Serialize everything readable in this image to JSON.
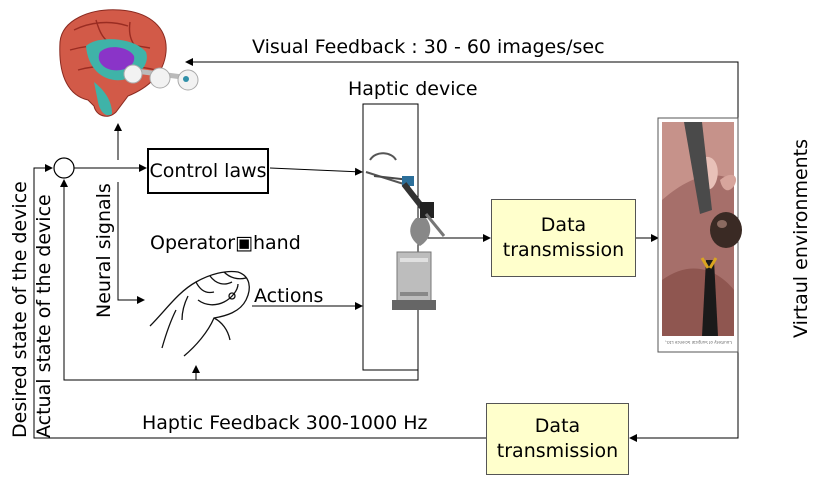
{
  "diagram": {
    "visual_feedback_label": "Visual Feedback : 30 - 60 images/sec",
    "haptic_device_label": "Haptic device",
    "control_laws_label": "Control laws",
    "operator_hand_label": "Operator▣hand",
    "actions_label": "Actions",
    "neural_signals_label": "Neural signals",
    "data_transmission_top": [
      "Data",
      "transmission"
    ],
    "data_transmission_bottom": [
      "Data",
      "transmission"
    ],
    "haptic_feedback_label": "Haptic Feedback 300-1000 Hz",
    "desired_state_label": "Desired state of the device",
    "actual_state_label": "Actual state of the device",
    "virtual_env_label": "Virtaul environments",
    "image_caption": "Courtesy of Surgical Science Ltd., Gothenburg, Sweden"
  },
  "colors": {
    "data_box_fill": "#ffffcc",
    "brain_red": "#c84a3a",
    "brain_teal": "#3fb3a8",
    "brain_purple": "#8a34c8",
    "vr_background": "#a66f6a"
  },
  "icons": [
    "brain-illustration-icon",
    "hand-sketch-icon",
    "haptic-device-icon",
    "surgical-scene-icon"
  ]
}
